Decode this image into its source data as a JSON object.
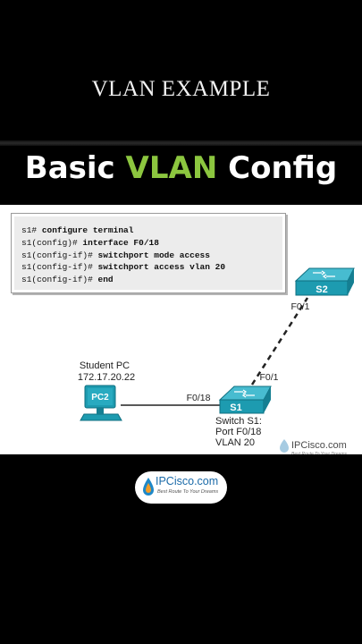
{
  "header": {
    "title": "VLAN EXAMPLE"
  },
  "headline": {
    "prefix": "Basic ",
    "accent": "VLAN",
    "suffix": " Config",
    "accent_color": "#8cc63f"
  },
  "code": {
    "lines": [
      {
        "prompt": "s1#",
        "command": "configure terminal"
      },
      {
        "prompt": "s1(config)#",
        "command": "interface F0/18"
      },
      {
        "prompt": "s1(config-if)#",
        "command": "switchport mode access"
      },
      {
        "prompt": "s1(config-if)#",
        "command": "switchport access vlan 20"
      },
      {
        "prompt": "s1(config-if)#",
        "command": "end"
      }
    ]
  },
  "topology": {
    "pc_name": "Student PC",
    "pc_ip": "172.17.20.22",
    "pc_label": "PC2",
    "s1_label": "S1",
    "s2_label": "S2",
    "pc_port": "F0/18",
    "s1_uplink": "F0/1",
    "s2_uplink": "F0/1",
    "s1_caption": [
      "Switch S1:",
      "Port F0/18",
      "VLAN 20"
    ],
    "switch_color": "#1d9bb0"
  },
  "watermark": {
    "text": "IPCisco.com",
    "tagline": "Best Route To Your Dreams"
  },
  "logo": {
    "text": "IPCisco.com",
    "tagline": "Best Route To Your Dreams"
  }
}
